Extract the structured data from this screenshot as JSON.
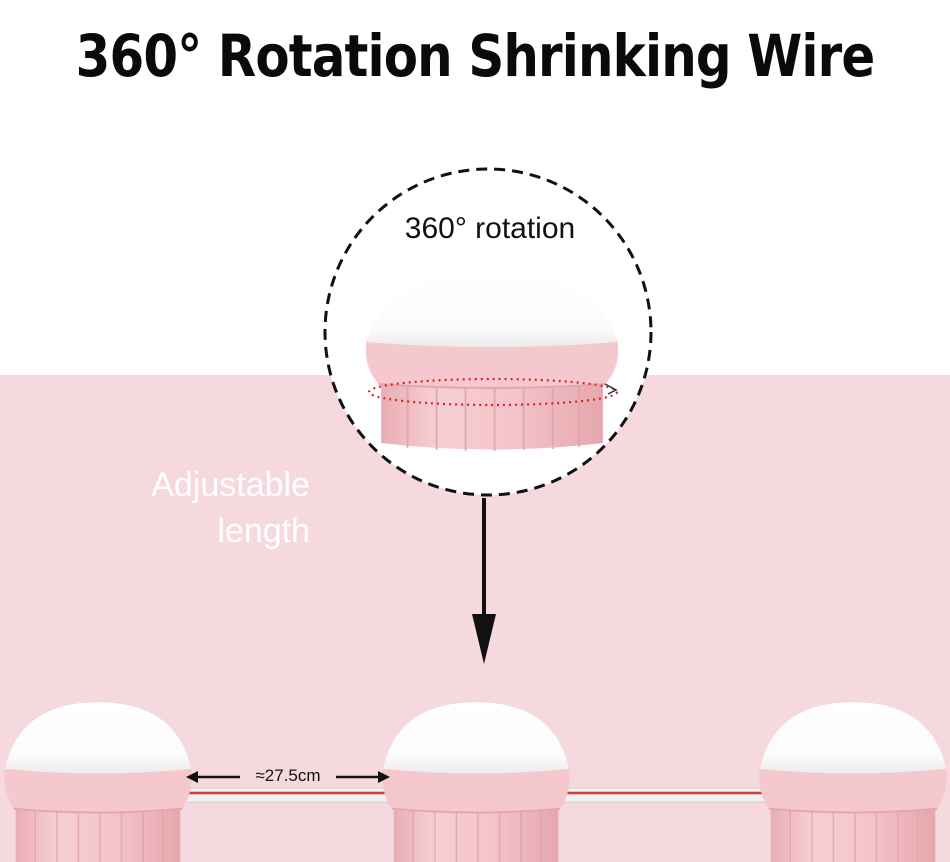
{
  "title": "360° Rotation Shrinking Wire",
  "rotation_label": "360° rotation",
  "side_label_line1": "Adjustable",
  "side_label_line2": "length",
  "spacing_label": "≈27.5cm",
  "colors": {
    "background_pink": "#f6d9df",
    "lamp_pink": "#f3c3c8",
    "lamp_dome": "#ffffff",
    "wire_red": "#d8393b",
    "rotation_path_red": "#d82222"
  },
  "icons": [
    "dashed-circle-zoom",
    "down-arrow",
    "rotation-path-dotted",
    "double-arrow"
  ]
}
